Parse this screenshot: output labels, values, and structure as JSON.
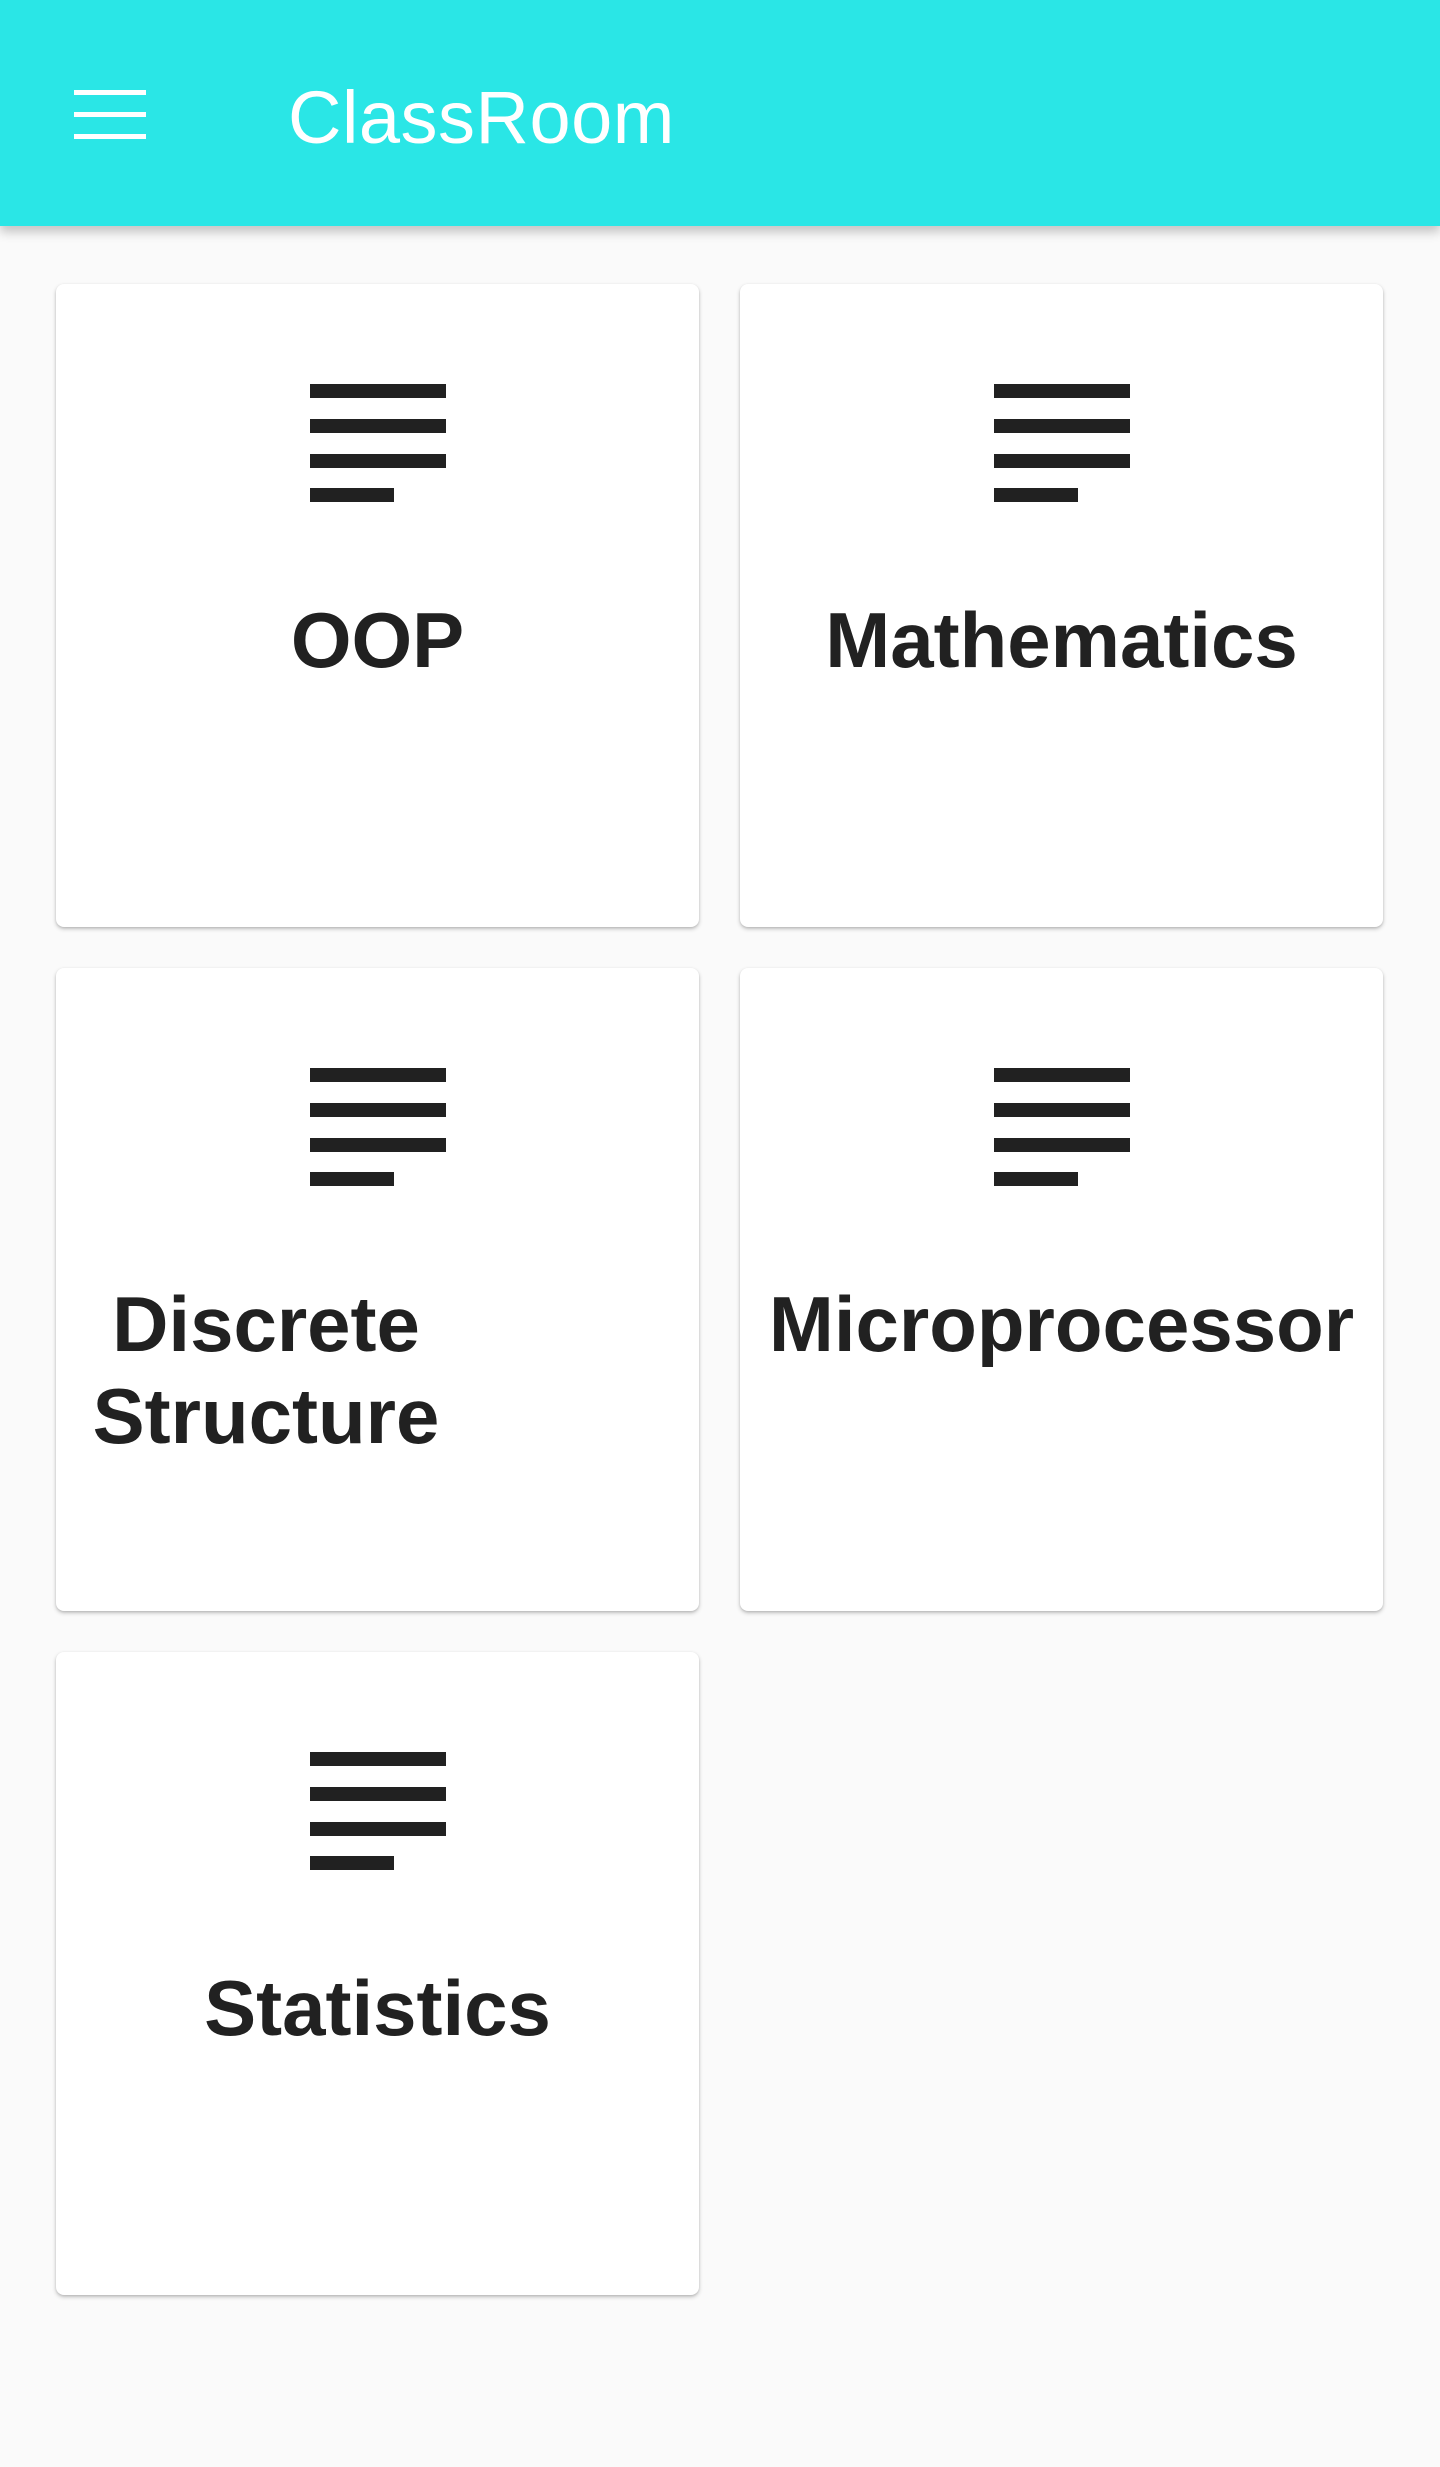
{
  "app": {
    "title": "ClassRoom",
    "accent_color": "#2ae6e6",
    "menu_icon": "menu-icon"
  },
  "courses": [
    {
      "label": "OOP",
      "icon": "notes-icon"
    },
    {
      "label": "Mathematics",
      "icon": "notes-icon"
    },
    {
      "label": "Discrete Structure",
      "icon": "notes-icon"
    },
    {
      "label": "Microprocessor",
      "icon": "notes-icon"
    },
    {
      "label": "Statistics",
      "icon": "notes-icon"
    }
  ]
}
